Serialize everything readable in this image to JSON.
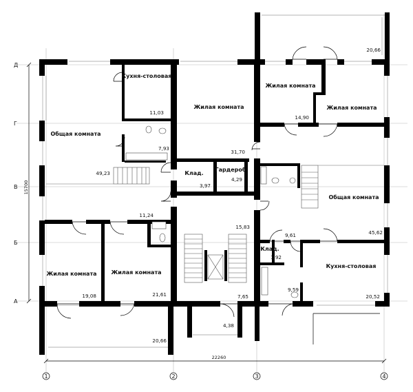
{
  "axes": {
    "rows": [
      "Д",
      "Г",
      "В",
      "Б",
      "А"
    ],
    "columns": [
      "1",
      "2",
      "3",
      "4"
    ]
  },
  "dimensions": {
    "width_total": "22260",
    "height_total": "15700"
  },
  "rooms": [
    {
      "id": "kitchen-dining-top-left",
      "name": "Кухня-столовая",
      "area": "11,03"
    },
    {
      "id": "bathroom-top-left",
      "name": "",
      "area": "7,93"
    },
    {
      "id": "common-room-left",
      "name": "Общая комната",
      "area": "49,23"
    },
    {
      "id": "living-room-top-middle",
      "name": "Жилая комната",
      "area": "31,70"
    },
    {
      "id": "storage-middle",
      "name": "Клад.",
      "area": "3,97"
    },
    {
      "id": "wardrobe-middle",
      "name": "Гардероб",
      "area": "4,29"
    },
    {
      "id": "living-room-top-right-a",
      "name": "Жилая комната",
      "area": "14,90"
    },
    {
      "id": "living-room-top-right-b",
      "name": "Жилая комната",
      "area": ""
    },
    {
      "id": "balcony-top-right",
      "name": "",
      "area": "20,66"
    },
    {
      "id": "common-room-right",
      "name": "Общая комната",
      "area": "45,62"
    },
    {
      "id": "bathroom-bottom-left",
      "name": "",
      "area": "11,24"
    },
    {
      "id": "living-room-bottom-left",
      "name": "Жилая комната",
      "area": "19,08"
    },
    {
      "id": "living-room-bottom-center",
      "name": "Жилая комната",
      "area": "21,61"
    },
    {
      "id": "stair-hall",
      "name": "",
      "area": "15,83"
    },
    {
      "id": "vestibule",
      "name": "",
      "area": "7,65"
    },
    {
      "id": "porch",
      "name": "",
      "area": "4,38"
    },
    {
      "id": "balcony-bottom-left",
      "name": "",
      "area": "20,66"
    },
    {
      "id": "hall-right",
      "name": "",
      "area": "9,61"
    },
    {
      "id": "storage-right",
      "name": "Клад.",
      "area": "1,92"
    },
    {
      "id": "bathroom-right",
      "name": "",
      "area": "9,59"
    },
    {
      "id": "kitchen-dining-bottom-right",
      "name": "Кухня-столовая",
      "area": "20,52"
    }
  ]
}
